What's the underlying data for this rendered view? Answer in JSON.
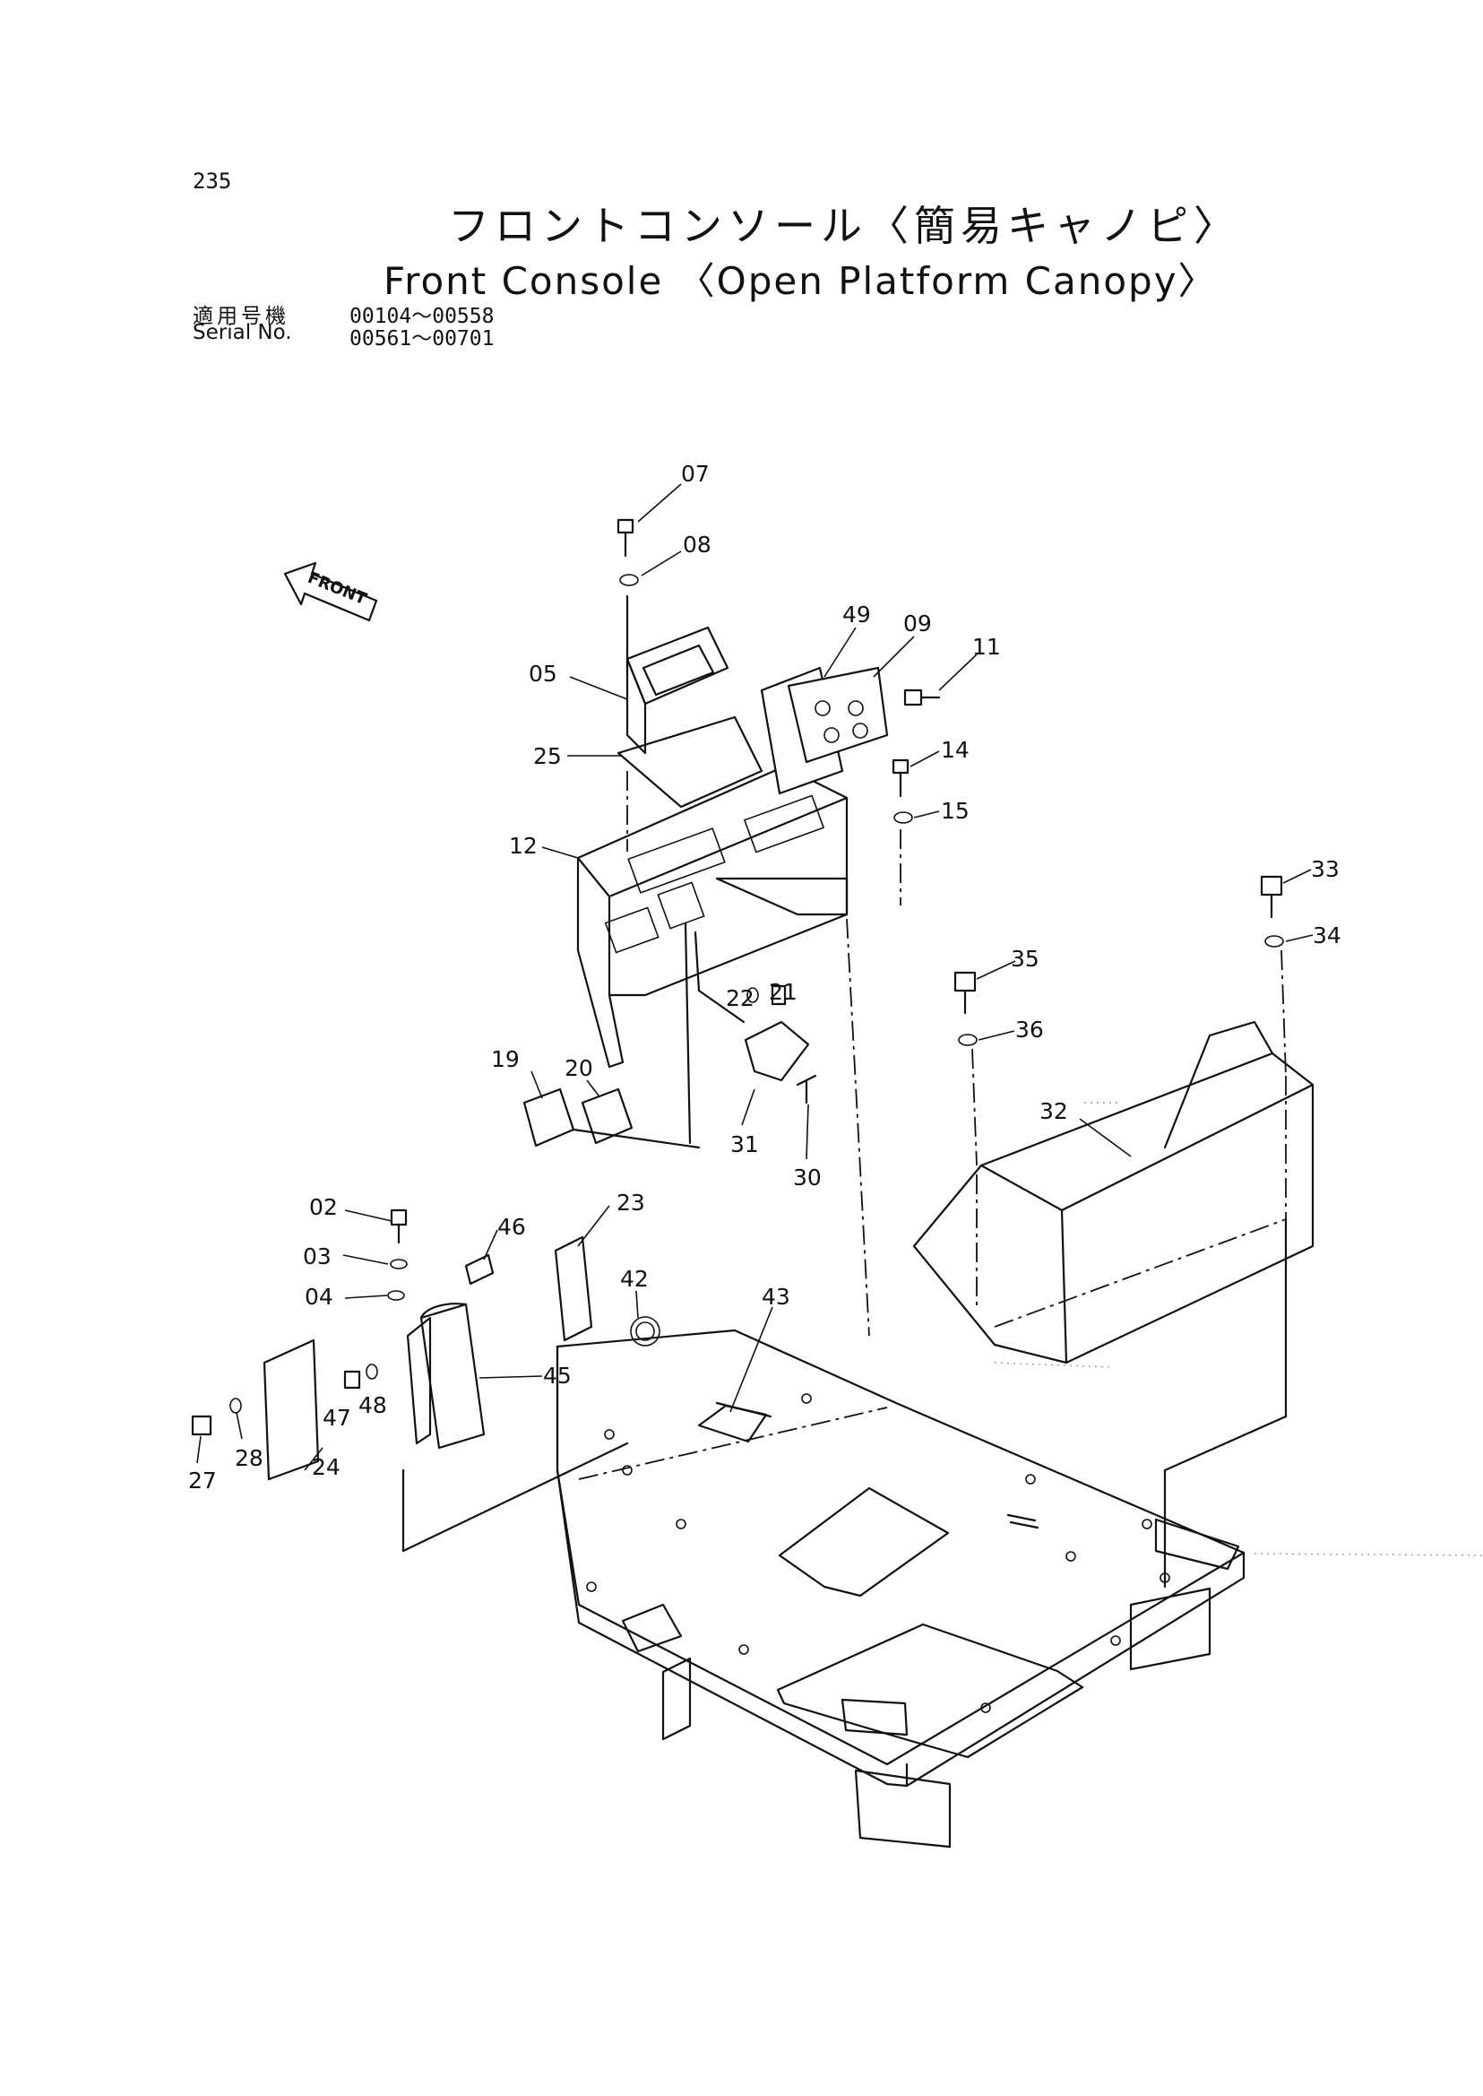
{
  "page_number": "235",
  "title_jp": "フロントコンソール〈簡易キャノピ〉",
  "title_en": "Front Console 〈Open Platform Canopy〉",
  "serial": {
    "label_jp": "適用号機",
    "label_en": "Serial No.",
    "range_1": "00104～00558",
    "range_2": "00561～00701"
  },
  "front_arrow_label": "FRONT",
  "part_labels": {
    "p02": "02",
    "p03": "03",
    "p04": "04",
    "p05": "05",
    "p07": "07",
    "p08": "08",
    "p09": "09",
    "p11": "11",
    "p12": "12",
    "p14": "14",
    "p15": "15",
    "p19": "19",
    "p20": "20",
    "p21": "21",
    "p22": "22",
    "p23": "23",
    "p24": "24",
    "p25": "25",
    "p27": "27",
    "p28": "28",
    "p30": "30",
    "p31": "31",
    "p32": "32",
    "p33": "33",
    "p34": "34",
    "p35": "35",
    "p36": "36",
    "p42": "42",
    "p43": "43",
    "p45": "45",
    "p46": "46",
    "p47": "47",
    "p48": "48",
    "p49": "49"
  }
}
